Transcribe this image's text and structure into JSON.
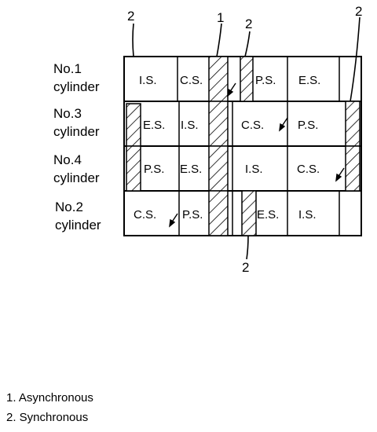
{
  "rows": [
    {
      "label_line1": "No.1",
      "label_line2": "cylinder",
      "strokes": [
        "I.S.",
        "C.S.",
        "P.S.",
        "E.S."
      ]
    },
    {
      "label_line1": "No.3",
      "label_line2": "cylinder",
      "strokes": [
        "E.S.",
        "I.S.",
        "C.S.",
        "P.S."
      ]
    },
    {
      "label_line1": "No.4",
      "label_line2": "cylinder",
      "strokes": [
        "P.S.",
        "E.S.",
        "I.S.",
        "C.S."
      ]
    },
    {
      "label_line1": "No.2",
      "label_line2": "cylinder",
      "strokes": [
        "C.S.",
        "P.S.",
        "E.S.",
        "I.S."
      ]
    }
  ],
  "callouts": {
    "top_left": "2",
    "top_center": "1",
    "top_mid": "2",
    "top_right": "2",
    "bottom": "2"
  },
  "legend": {
    "item1": "1. Asynchronous",
    "item2": "2. Synchronous"
  }
}
